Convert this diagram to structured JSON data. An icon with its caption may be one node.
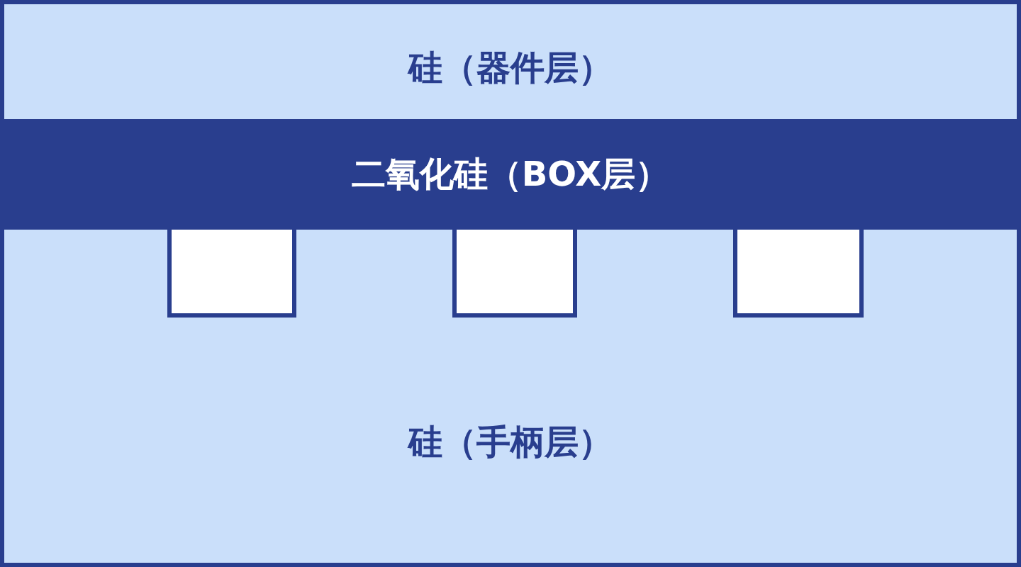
{
  "diagram": {
    "nodes": [
      {
        "text": [
          "硅（器件层）"
        ]
      },
      {
        "text": [
          "二氧化硅（BOX层）"
        ]
      },
      {
        "text": [
          "硅（手柄层）"
        ]
      },
      {
        "text": [],
        "shape": "box",
        "in": 2
      },
      {
        "text": [],
        "shape": "box",
        "in": 2
      },
      {
        "text": [],
        "shape": "box",
        "in": 2
      }
    ]
  }
}
